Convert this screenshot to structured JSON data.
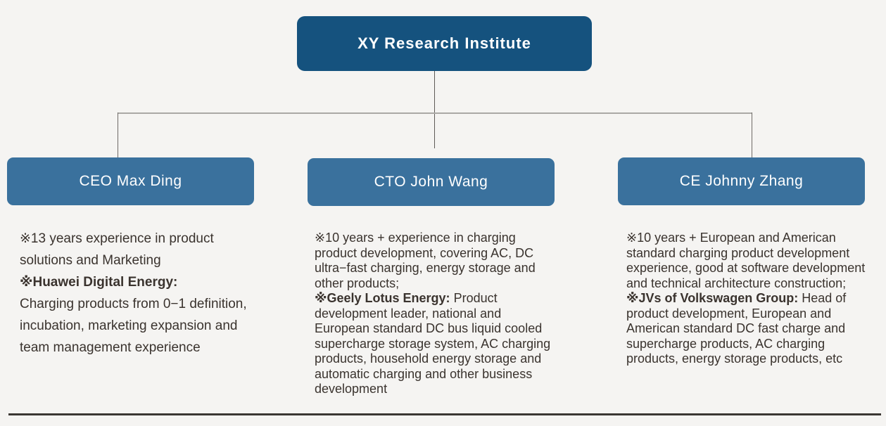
{
  "page": {
    "background_color": "#f5f4f2",
    "root_box_color": "#15527e",
    "member_box_color": "#3a719d",
    "text_color": "#3a332e",
    "connector_color": "#6e6a67",
    "bottom_rule_color": "#3b3733"
  },
  "root_box": {
    "label": "XY Research Institute"
  },
  "members": [
    {
      "name": "CEO Max Ding",
      "bullets": [
        {
          "lead": "",
          "lead_on_own_line": false,
          "text": "※13 years experience in product solutions and Marketing"
        },
        {
          "lead": "※Huawei Digital Energy:",
          "lead_on_own_line": true,
          "text": "Charging products from 0−1 definition, incubation, marketing expansion and team management experience"
        }
      ]
    },
    {
      "name": "CTO John Wang",
      "bullets": [
        {
          "lead": "",
          "lead_on_own_line": false,
          "text": "※10 years + experience in charging product development, covering AC, DC ultra−fast charging, energy storage and other products;"
        },
        {
          "lead": "※Geely Lotus Energy:",
          "lead_on_own_line": false,
          "text": "Product development leader, national and European standard DC bus liquid cooled supercharge storage system, AC charging products, household energy storage and automatic charging and other business development"
        }
      ]
    },
    {
      "name": "CE Johnny Zhang",
      "bullets": [
        {
          "lead": "",
          "lead_on_own_line": false,
          "text": "※10 years + European and American standard charging product development experience, good at software development and technical architecture construction;"
        },
        {
          "lead": "※JVs of Volkswagen Group:",
          "lead_on_own_line": false,
          "text": "Head of product development, European and American standard DC fast charge and supercharge products, AC charging products, energy storage products, etc"
        }
      ]
    }
  ]
}
